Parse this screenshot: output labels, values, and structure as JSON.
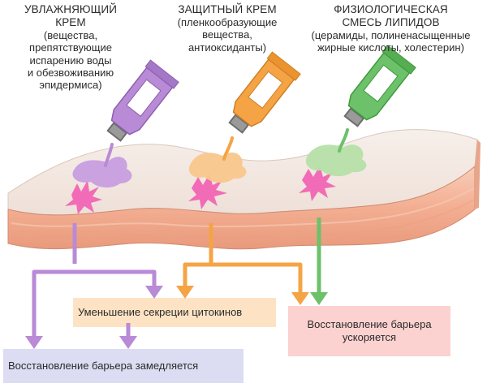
{
  "products": [
    {
      "title_lines": [
        "УВЛАЖНЯЮЩИЙ",
        "КРЕМ"
      ],
      "desc_lines": [
        "(вещества,",
        "препятствующие",
        "испарению воды",
        "и обезвоживанию",
        "эпидермиса)"
      ],
      "color": "#b98ad6"
    },
    {
      "title_lines": [
        "ЗАЩИТНЫЙ КРЕМ"
      ],
      "desc_lines": [
        "(пленкообразующие",
        "вещества,",
        "антиоксиданты)"
      ],
      "color": "#f5a445"
    },
    {
      "title_lines": [
        "ФИЗИОЛОГИЧЕСКАЯ",
        "СМЕСЬ ЛИПИДОВ"
      ],
      "desc_lines": [
        "(церамиды, полиненасыщенные",
        "жирные кислоты, холестерин)"
      ],
      "color": "#6cc16a"
    }
  ],
  "outcomes": {
    "cytokines": {
      "text": "Уменьшение секреции цитокинов",
      "bg": "#fde3c4"
    },
    "barrier_slow": {
      "text": "Восстановление барьера замедляется",
      "bg": "#dcdcf2"
    },
    "barrier_fast": {
      "lines": [
        "Восстановление барьера",
        "ускоряется"
      ],
      "bg": "#fbd2d0"
    }
  },
  "colors": {
    "skin_top": "#f3e6df",
    "skin_side": "#f4b99f",
    "spot": "#f26bb6"
  }
}
